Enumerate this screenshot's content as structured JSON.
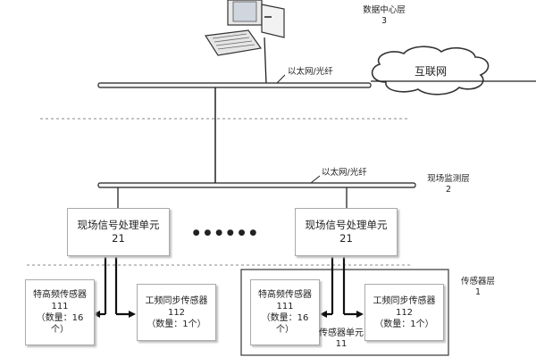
{
  "layers": {
    "data_center": {
      "name": "数据中心层",
      "number": "3"
    },
    "monitoring": {
      "name": "现场监测层",
      "number": "2"
    },
    "sensor": {
      "name": "传感器层",
      "number": "1"
    }
  },
  "internet_label": "互联网",
  "network_labels": {
    "top": "以太网/光纤",
    "middle": "以太网/光纤"
  },
  "processing_units": [
    {
      "name": "现场信号处理单元",
      "number": "21"
    },
    {
      "name": "现场信号处理单元",
      "number": "21"
    }
  ],
  "ellipsis": "● ● ● ● ● ●",
  "sensors": {
    "uhf": {
      "name": "特高频传感器",
      "number": "111",
      "count_line1": "（数量：16",
      "count_line2": "个）"
    },
    "pf": {
      "name": "工频同步传感器",
      "number": "112",
      "count_line1": "（数量：1个）"
    }
  },
  "sensor_unit": {
    "name": "传感器单元",
    "number": "11"
  }
}
